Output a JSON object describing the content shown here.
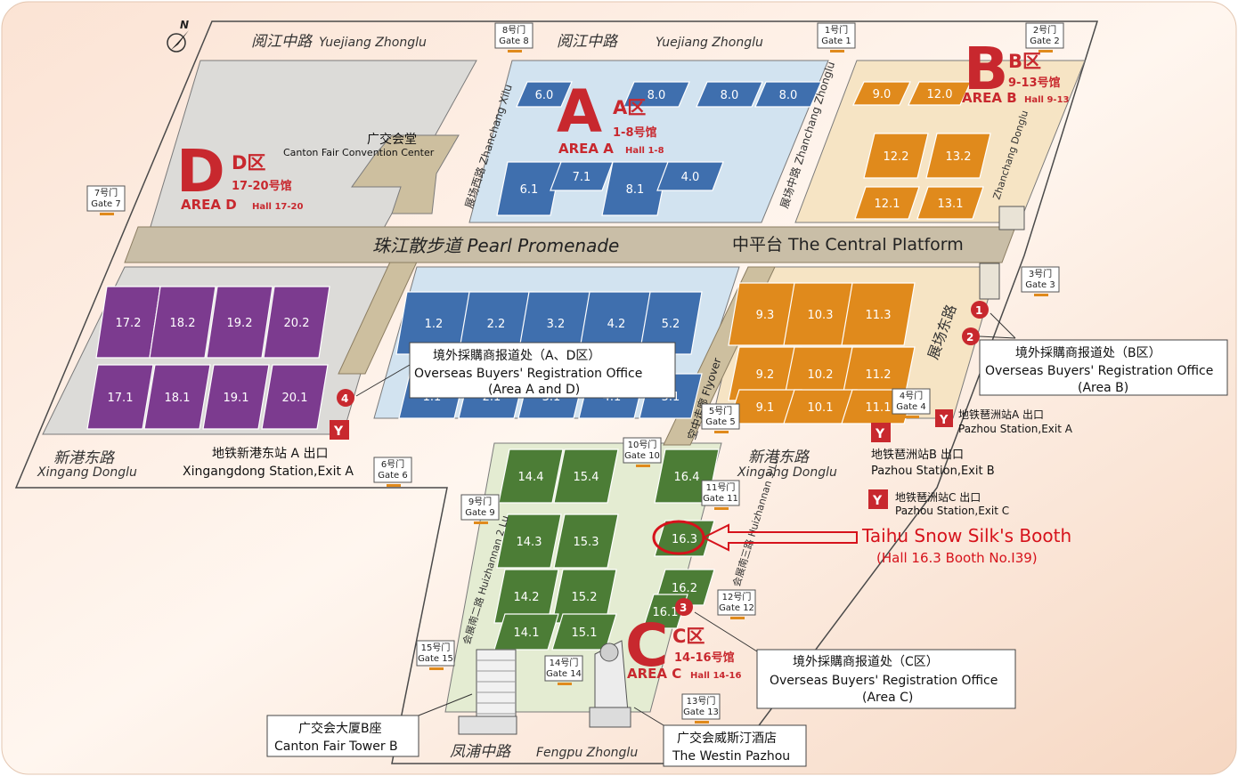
{
  "colors": {
    "area_a": "#3f6fae",
    "area_b": "#e08a1c",
    "area_c": "#4c7d36",
    "area_d": "#7c3b8f",
    "accent": "#c8282e",
    "promenade": "#c9bea7"
  },
  "north": "N",
  "roads": {
    "yuejiang_cn_1": "阅江中路",
    "yuejiang_en_1": "Yuejiang Zhonglu",
    "yuejiang_cn_2": "阅江中路",
    "yuejiang_en_2": "Yuejiang Zhonglu",
    "zhanchang_xilu": "展场西路 Zhanchang Xilu",
    "zhanchang_zhonglu": "展场中路 Zhanchang Zhonglu",
    "zhanchang_donglu_en": "Zhanchang Donglu",
    "zhanchang_donglu_cn": "展场东路",
    "xingang_cn_1": "新港东路",
    "xingang_en_1": "Xingang Donglu",
    "xingang_cn_2": "新港东路",
    "xingang_en_2": "Xingang Donglu",
    "fengpu_cn": "凤浦中路",
    "fengpu_en": "Fengpu Zhonglu",
    "flyover": "空中走廊 Flyover",
    "huizhan_er": "会展南二路 Huizhannan 2 Lu",
    "huizhan_san": "会展南三路 Huizhannan 3 Lu"
  },
  "promenade": {
    "label": "珠江散步道 Pearl Promenade",
    "platform": "中平台 The Central Platform"
  },
  "areas": {
    "a": {
      "letter": "A",
      "cn": "A区",
      "sub": "1-8号馆",
      "en": "AREA A",
      "hall": "Hall 1-8"
    },
    "b": {
      "letter": "B",
      "cn": "B区",
      "sub": "9-13号馆",
      "en": "AREA B",
      "hall": "Hall 9-13"
    },
    "c": {
      "letter": "C",
      "cn": "C区",
      "sub": "14-16号馆",
      "en": "AREA C",
      "hall": "Hall 14-16"
    },
    "d": {
      "letter": "D",
      "cn": "D区",
      "sub": "17-20号馆",
      "en": "AREA D",
      "hall": "Hall 17-20"
    }
  },
  "halls": {
    "a": [
      "6.0",
      "8.0",
      "8.0",
      "8.0",
      "6.1",
      "7.1",
      "8.1",
      "4.0",
      "1.2",
      "2.2",
      "3.2",
      "4.2",
      "5.2",
      "1.1",
      "2.1",
      "3.1",
      "4.1",
      "5.1"
    ],
    "b": [
      "9.0",
      "12.0",
      "12.2",
      "13.2",
      "12.1",
      "13.1",
      "9.3",
      "10.3",
      "11.3",
      "9.2",
      "10.2",
      "11.2",
      "9.1",
      "10.1",
      "11.1"
    ],
    "c": [
      "14.4",
      "15.4",
      "16.4",
      "14.3",
      "15.3",
      "16.3",
      "14.2",
      "15.2",
      "16.2",
      "14.1",
      "15.1",
      "16.1"
    ],
    "d": [
      "17.2",
      "18.2",
      "19.2",
      "20.2",
      "17.1",
      "18.1",
      "19.1",
      "20.1"
    ]
  },
  "gates": {
    "g1": [
      "1号门",
      "Gate 1"
    ],
    "g2": [
      "2号门",
      "Gate 2"
    ],
    "g3": [
      "3号门",
      "Gate 3"
    ],
    "g4": [
      "4号门",
      "Gate 4"
    ],
    "g5": [
      "5号门",
      "Gate 5"
    ],
    "g6": [
      "6号门",
      "Gate 6"
    ],
    "g7": [
      "7号门",
      "Gate 7"
    ],
    "g8": [
      "8号门",
      "Gate 8"
    ],
    "g9": [
      "9号门",
      "Gate 9"
    ],
    "g10": [
      "10号门",
      "Gate 10"
    ],
    "g11": [
      "11号门",
      "Gate 11"
    ],
    "g12": [
      "12号门",
      "Gate 12"
    ],
    "g13": [
      "13号门",
      "Gate 13"
    ],
    "g14": [
      "14号门",
      "Gate 14"
    ],
    "g15": [
      "15号门",
      "Gate 15"
    ]
  },
  "convention": {
    "cn": "广交会堂",
    "en": "Canton Fair Convention Center"
  },
  "registration": {
    "ad": [
      "境外採購商报道处（A、D区）",
      "Overseas Buyers' Registration Office",
      "(Area A and D)"
    ],
    "b": [
      "境外採購商报道处（B区）",
      "Overseas Buyers' Registration Office",
      "(Area B)"
    ],
    "c": [
      "境外採購商报道处（C区）",
      "Overseas Buyers' Registration Office",
      "(Area C)"
    ]
  },
  "markers": [
    "1",
    "2",
    "3",
    "4"
  ],
  "stations": {
    "xingangdong": [
      "地铁新港东站 A 出口",
      "Xingangdong Station,Exit A"
    ],
    "pazhou_a": [
      "地铁琶洲站A 出口",
      "Pazhou Station,Exit A"
    ],
    "pazhou_b": [
      "地铁琶洲站B 出口",
      "Pazhou Station,Exit B"
    ],
    "pazhou_c": [
      "地铁琶洲站C 出口",
      "Pazhou Station,Exit C"
    ]
  },
  "tower_b": [
    "广交会大厦B座",
    "Canton Fair Tower B"
  ],
  "westin": [
    "广交会威斯汀酒店",
    "The Westin Pazhou"
  ],
  "booth": {
    "title": "Taihu Snow Silk's Booth",
    "detail": "(Hall 16.3 Booth No.I39)"
  }
}
